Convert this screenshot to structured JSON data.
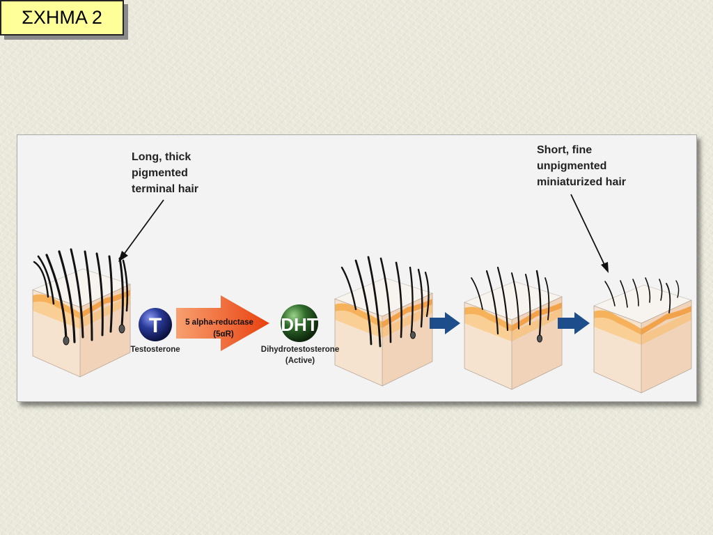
{
  "slide_title": "ΣΧΗΜΑ 2",
  "labels": {
    "terminal_hair": [
      "Long, thick",
      "pigmented",
      "terminal hair"
    ],
    "miniaturized_hair": [
      "Short, fine",
      "unpigmented",
      "miniaturized hair"
    ],
    "testosterone_symbol": "T",
    "testosterone": "Testosterone",
    "enzyme": [
      "5 alpha-reductase",
      "(5αR)"
    ],
    "dht_symbol": "DHT",
    "dht": [
      "Dihydrotestosterone",
      "(Active)"
    ]
  },
  "colors": {
    "title_background": "#ffff99",
    "panel_background": "#f3f3f3",
    "enzyme_arrow": "#f25a1c",
    "progression_arrow": "#1e4d8c",
    "testosterone_sphere": "#2a3a9a",
    "dht_sphere": "#2f6a2a",
    "skin_fat_layer": "#f6b25a"
  }
}
